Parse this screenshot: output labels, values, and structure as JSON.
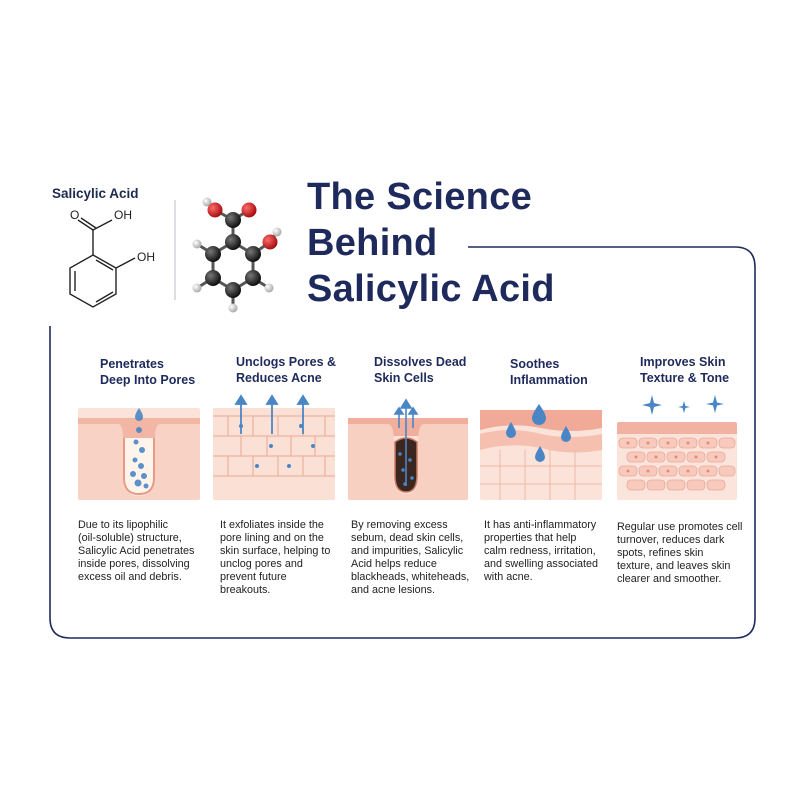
{
  "structure": {
    "title": "Salicylic Acid",
    "label_oh_top": "O",
    "label_oh_top2": "OH",
    "label_oh_side": "OH"
  },
  "main_title": {
    "line1": "The Science",
    "line2": "Behind",
    "line3": "Salicylic Acid"
  },
  "columns": [
    {
      "title_lines": [
        "Penetrates",
        "Deep Into Pores"
      ],
      "desc_lines": [
        "Due to its lipophilic",
        "(oil-soluble) structure,",
        "Salicylic Acid penetrates",
        "inside pores, dissolving",
        "excess oil and debris."
      ]
    },
    {
      "title_lines": [
        "Unclogs Pores &",
        "Reduces Acne"
      ],
      "desc_lines": [
        "It exfoliates inside the",
        "pore lining and on the",
        "skin surface, helping to",
        "unclog pores and",
        "prevent future",
        "breakouts."
      ]
    },
    {
      "title_lines": [
        "Dissolves Dead",
        "Skin Cells"
      ],
      "desc_lines": [
        "By removing excess",
        "sebum, dead skin cells,",
        "and impurities, Salicylic",
        "Acid helps reduce",
        "blackheads, whiteheads,",
        "and acne lesions."
      ]
    },
    {
      "title_lines": [
        "Soothes",
        "Inflammation"
      ],
      "desc_lines": [
        "It has anti-inflammatory",
        "properties that help",
        "calm redness, irritation,",
        "and swelling associated",
        "with acne."
      ]
    },
    {
      "title_lines": [
        "Improves Skin",
        "Texture & Tone"
      ],
      "desc_lines": [
        "Regular use promotes cell",
        "turnover, reduces dark",
        "spots, refines skin",
        "texture, and leaves skin",
        "clearer and smoother."
      ]
    }
  ],
  "colors": {
    "navy": "#1f2a5c",
    "skin": "#f6c4b6",
    "skin_dark": "#e79a86",
    "drop": "#4a86c5"
  }
}
